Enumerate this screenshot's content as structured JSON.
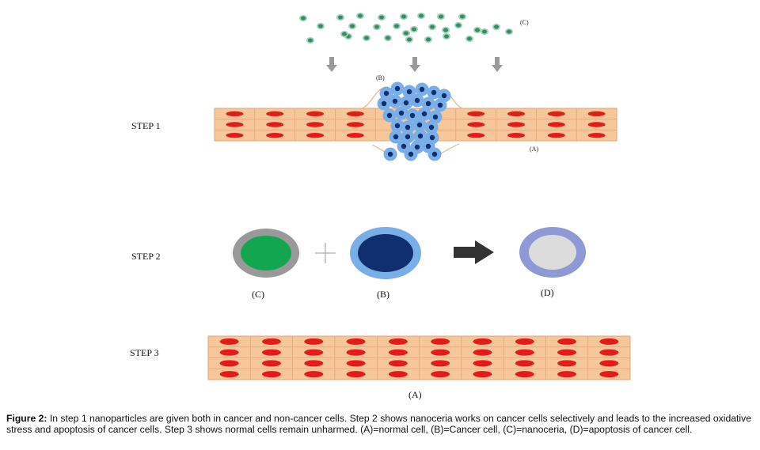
{
  "steps": {
    "step1": "STEP 1",
    "step2": "STEP 2",
    "step3": "STEP 3"
  },
  "labels": {
    "nanoceria_cluster": "(C)",
    "cancer_cluster": "(B)",
    "normal_tissue_1": "(A)",
    "nanoceria": "(C)",
    "cancer_cell": "(B)",
    "apoptosis": "(D)",
    "normal_tissue_3": "(A)"
  },
  "caption": {
    "label": "Figure 2:",
    "text": " In step 1 nanoparticles are given both in cancer and non-cancer cells. Step 2 shows nanoceria works on cancer cells selectively and leads to the increased oxidative stress and apoptosis of cancer cells. Step 3 shows normal cells remain unharmed. (A)=normal cell, (B)=Cancer cell, (C)=nanoceria, (D)=apoptosis of cancer cell."
  },
  "colors": {
    "tissue": "#f6c79a",
    "tissue_border": "#e2a676",
    "nucleus": "#e31b1b",
    "nanoparticle_outer": "#9fd3b9",
    "nanoparticle_inner": "#3a8a63",
    "cancer_outer": "#7aaee6",
    "cancer_inner": "#0f2f6e",
    "nanoceria_ring": "#999999",
    "nanoceria_core": "#12a650",
    "apoptosis_ring": "#8e99d6",
    "apoptosis_core": "#dcdcdc",
    "arrow_gray": "#9a9a9a",
    "arrow_dark": "#333333"
  }
}
